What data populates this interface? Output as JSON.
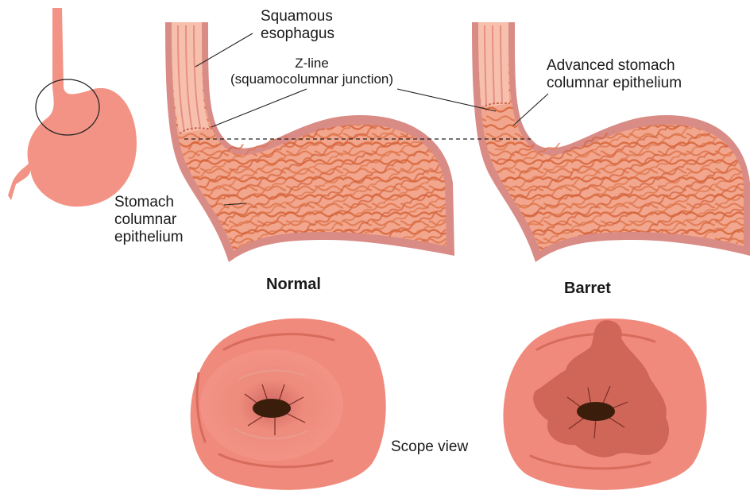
{
  "labels": {
    "squamous": "Squamous\nesophagus",
    "zline": "Z-line\n(squamocolumnar junction)",
    "advanced": "Advanced stomach\ncolumnar epithelium",
    "stomach": "Stomach\ncolumnar\nepithelium",
    "normal": "Normal",
    "barret": "Barret",
    "scope_view": "Scope view"
  },
  "colors": {
    "tissue": "#f2a68e",
    "tissue_light": "#f7c0ad",
    "wall": "#d98b86",
    "fold": "#d8693e",
    "scope_base": "#f08a7c",
    "scope_dark": "#d86c5c",
    "barrett_patch": "#cf6658",
    "lumen": "#3b1d0c"
  }
}
